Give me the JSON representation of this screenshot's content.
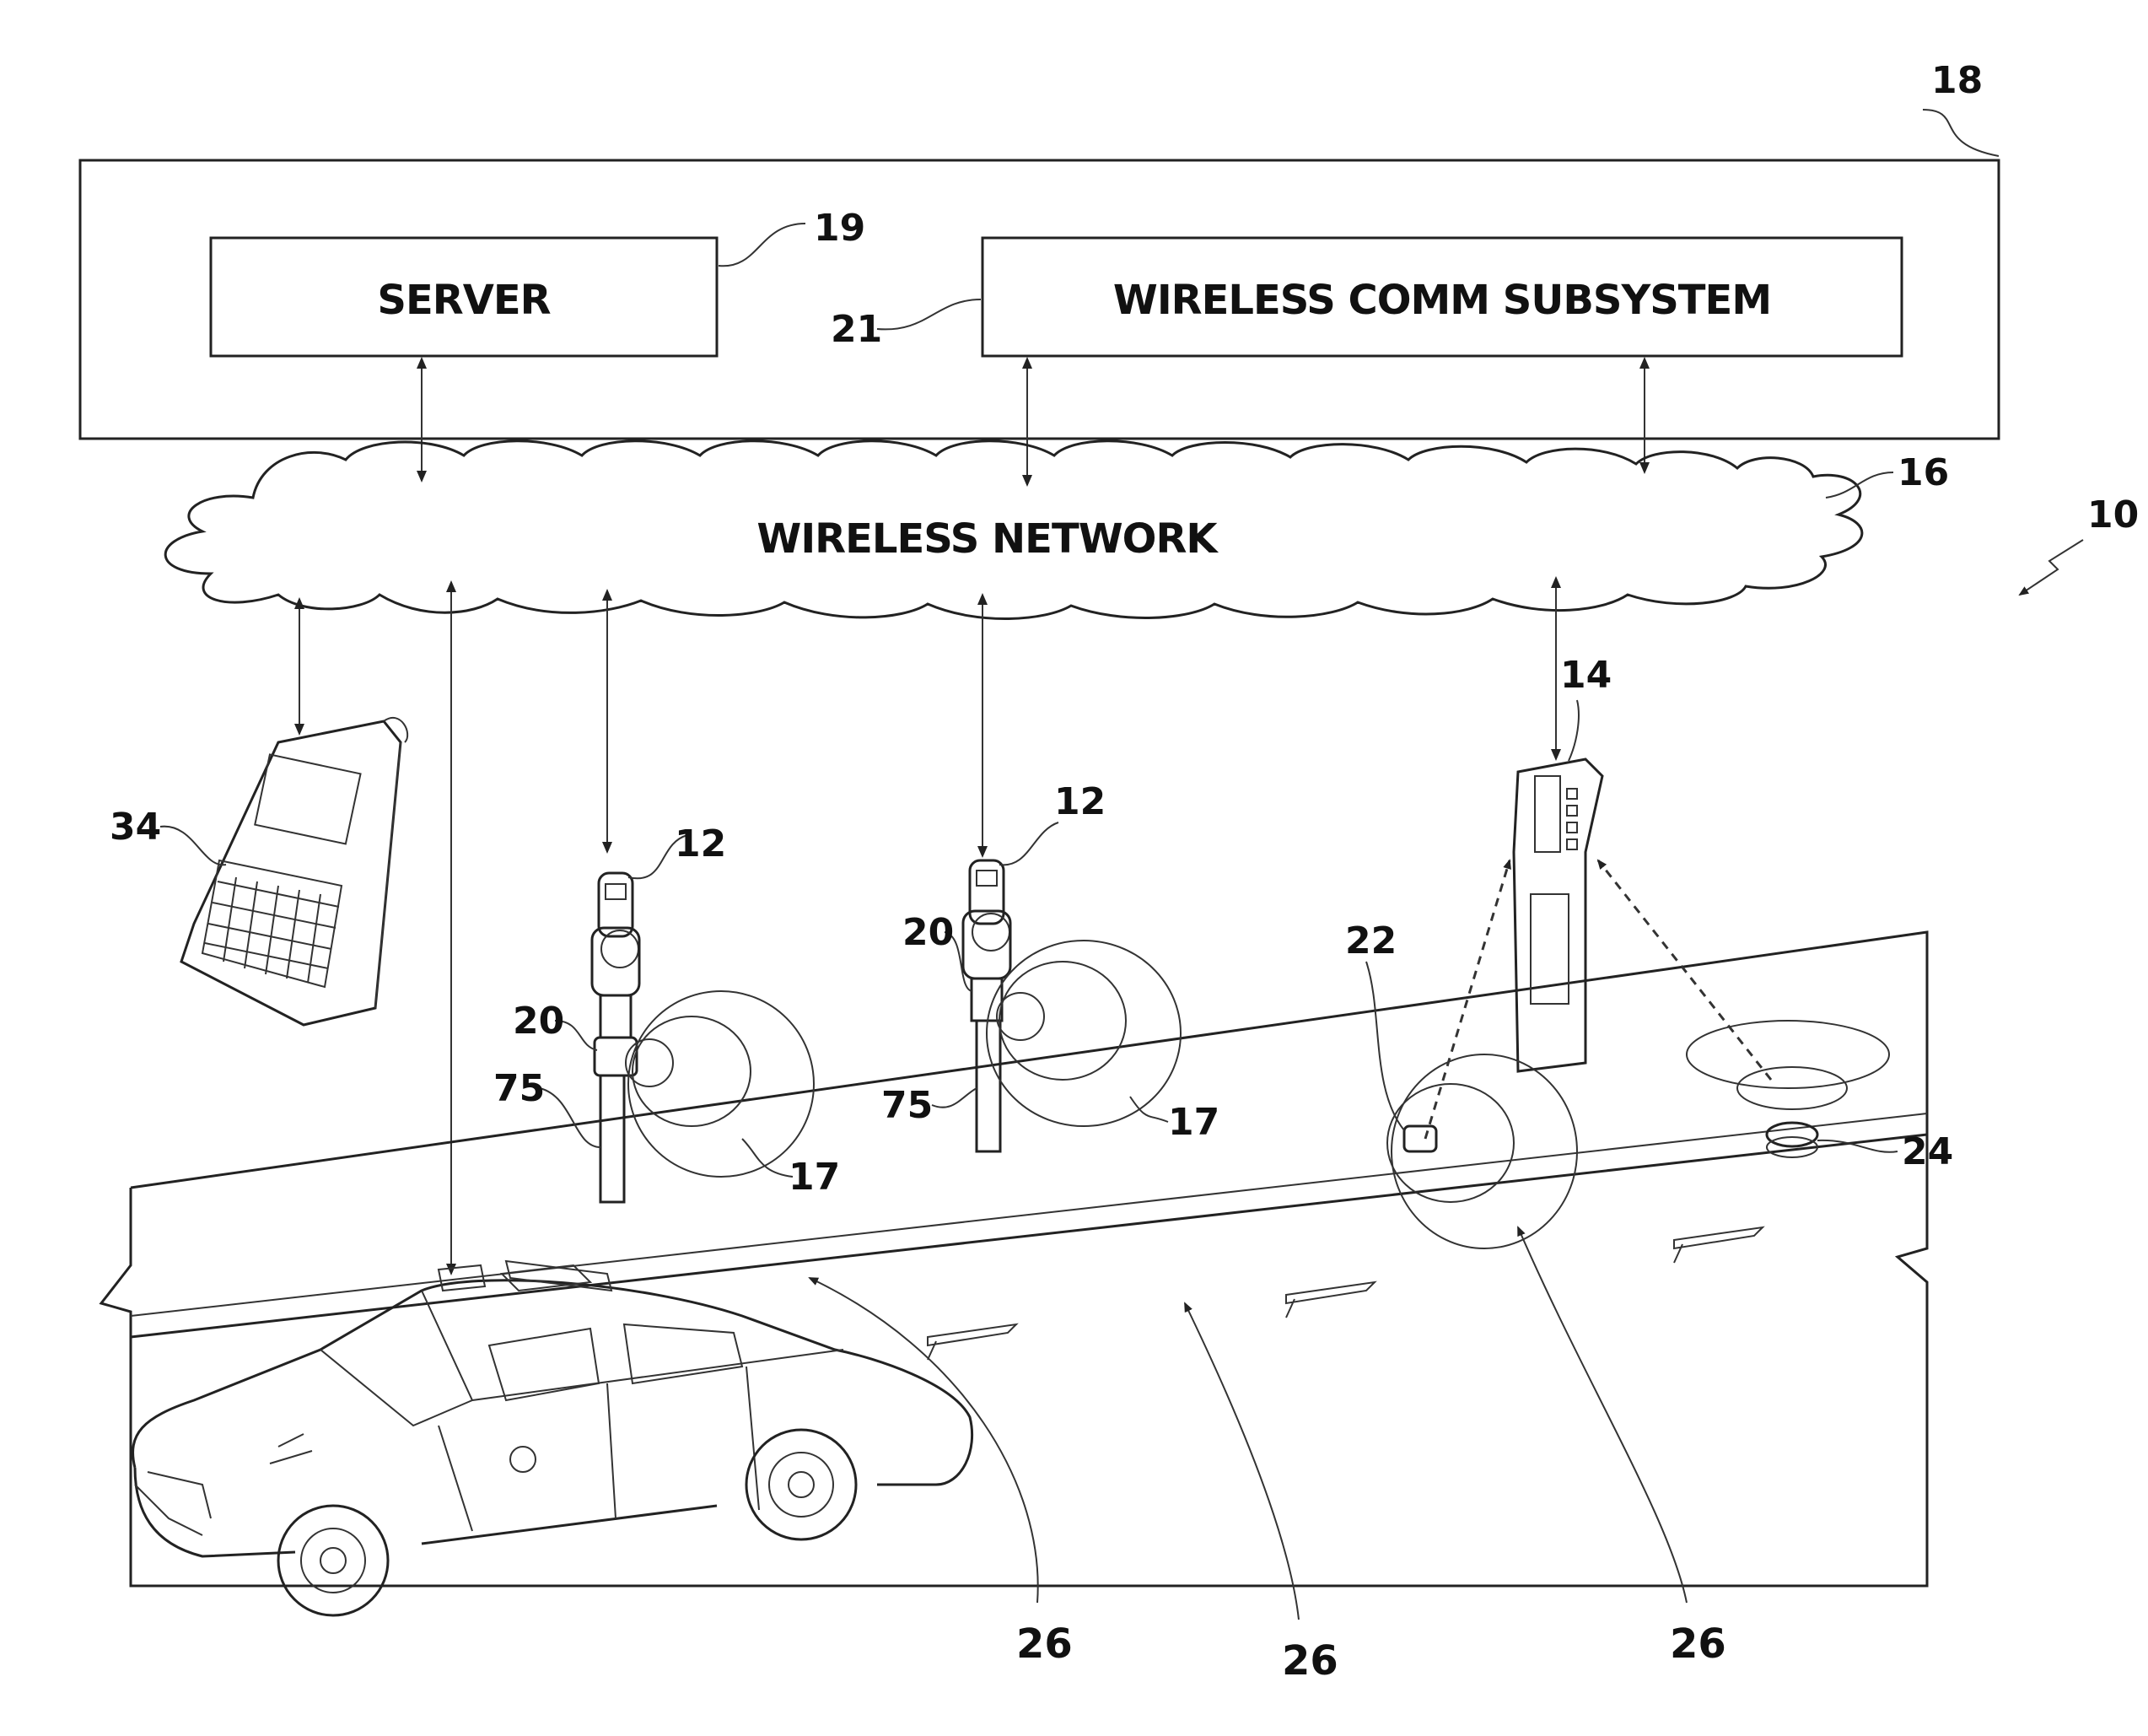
{
  "boxes": {
    "system_ref": "18",
    "server_label": "SERVER",
    "server_ref": "19",
    "comm_label": "WIRELESS COMM SUBSYSTEM",
    "comm_ref": "21"
  },
  "network": {
    "label": "WIRELESS NETWORK",
    "ref": "16"
  },
  "refs": {
    "system": "10",
    "handheld": "34",
    "meter_left": "12",
    "meter_right": "12",
    "kiosk": "14",
    "sensor_left": "20",
    "sensor_right": "20",
    "pole_left": "75",
    "pole_right": "75",
    "zone_left": "17",
    "zone_right": "17",
    "curb_sensor": "22",
    "road_sensor": "24",
    "space_1": "26",
    "space_2": "26",
    "space_3": "26"
  }
}
